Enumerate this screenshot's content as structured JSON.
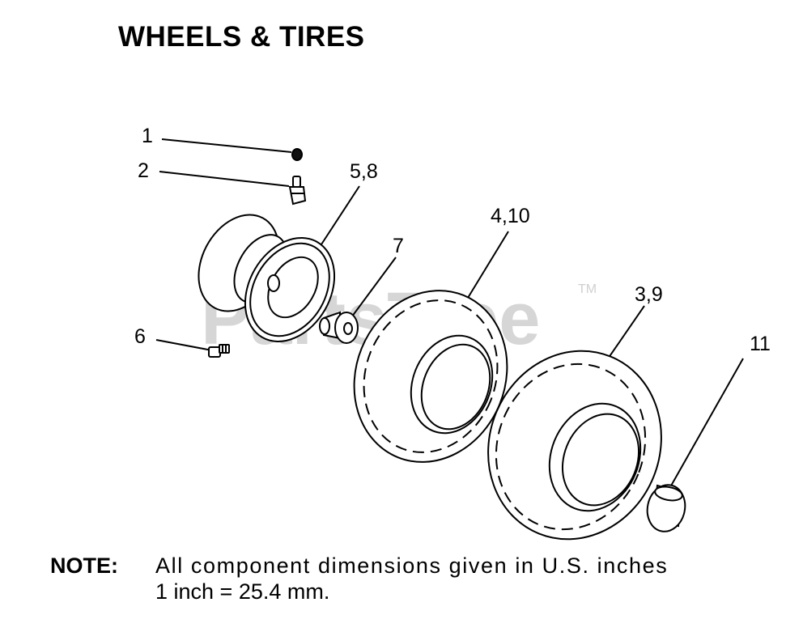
{
  "title": "WHEELS & TIRES",
  "watermark": {
    "text": "PartsTree",
    "mark": "TM"
  },
  "callouts": [
    {
      "id": "1",
      "label": "1"
    },
    {
      "id": "2",
      "label": "2"
    },
    {
      "id": "5-8",
      "label": "5,8"
    },
    {
      "id": "7",
      "label": "7"
    },
    {
      "id": "4-10",
      "label": "4,10"
    },
    {
      "id": "3-9",
      "label": "3,9"
    },
    {
      "id": "6",
      "label": "6"
    },
    {
      "id": "11",
      "label": "11"
    }
  ],
  "note": {
    "label": "NOTE:",
    "line1": "All component dimensions given in U.S. inches",
    "line2": "1 inch = 25.4 mm."
  }
}
